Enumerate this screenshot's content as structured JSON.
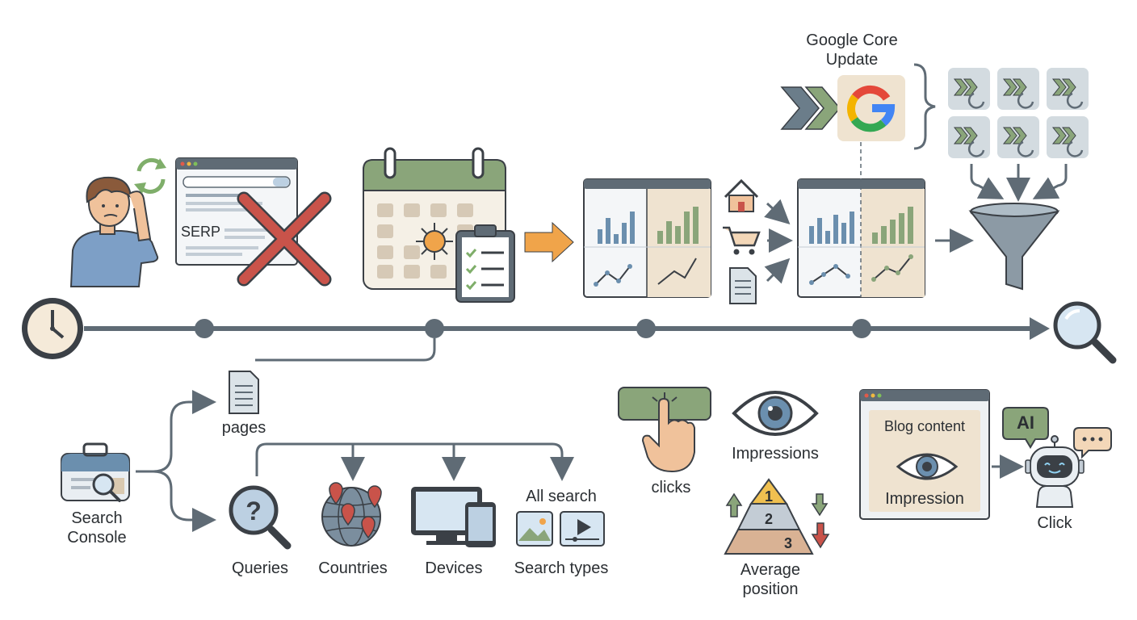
{
  "header": {
    "update_line1": "Google Core",
    "update_line2": "Update"
  },
  "serp": {
    "label": "SERP"
  },
  "source": {
    "line1": "Search",
    "line2": "Console"
  },
  "pages": {
    "label": "pages"
  },
  "dimensions": {
    "queries": "Queries",
    "countries": "Countries",
    "devices": "Devices",
    "all_search": "All search",
    "search_types": "Search types"
  },
  "metrics": {
    "clicks": "clicks",
    "impressions": "Impressions",
    "avg_line1": "Average",
    "avg_line2": "position",
    "rank_1": "1",
    "rank_2": "2",
    "rank_3": "3"
  },
  "ai_panel": {
    "blog": "Blog content",
    "impression": "Impression",
    "ai_badge": "AI",
    "click": "Click"
  },
  "colors": {
    "timeline": "#5f6b75",
    "green": "#8aa57a",
    "orange": "#f0a44a",
    "red": "#c9534a",
    "beige": "#efe3d0",
    "blue_gray": "#dbe3e8"
  }
}
